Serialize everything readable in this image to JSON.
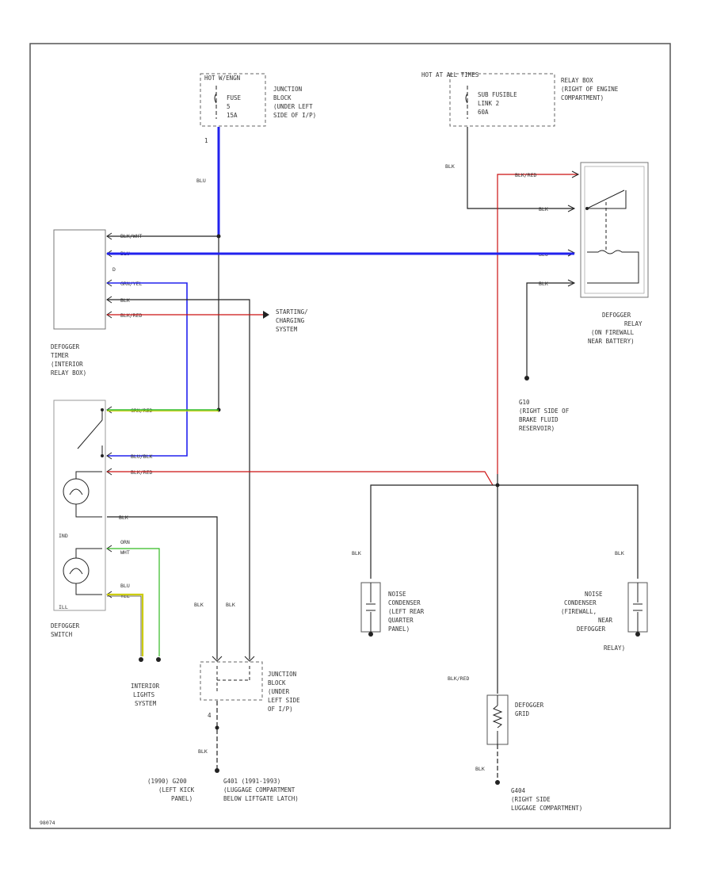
{
  "colors": {
    "wire_blu": "#2222ee",
    "wire_red": "#cc1111",
    "wire_grn": "#33bb22",
    "wire_yel": "#cccc00",
    "wire_blk": "#222222",
    "border": "#555555"
  },
  "fuse_left": {
    "header": "HOT W/ENGN",
    "fuse": [
      "FUSE",
      "5",
      "15A"
    ],
    "location": [
      "JUNCTION",
      "BLOCK",
      "(UNDER LEFT",
      "SIDE OF I/P)"
    ]
  },
  "fuse_right": {
    "header": "HOT AT ALL TIMES",
    "fuse": [
      "SUB FUSIBLE",
      "LINK 2",
      "60A"
    ],
    "location": [
      "RELAY BOX",
      "(RIGHT OF ENGINE",
      "COMPARTMENT)"
    ]
  },
  "pin_left_1": "1",
  "timer": {
    "label": [
      "DEFOGGER",
      "TIMER",
      "(INTERIOR",
      "RELAY BOX)"
    ],
    "wires": [
      "BLK/WHT",
      "BLU",
      "GRN/YEL",
      "BLK",
      "BLK/RED"
    ],
    "pin_extra": "D"
  },
  "starting": [
    "STARTING/",
    "CHARGING",
    "SYSTEM"
  ],
  "relay": {
    "wires": [
      "BLK/RED",
      "BLK",
      "BLU",
      "BLK"
    ],
    "label": [
      "DEFOGGER",
      "RELAY",
      "(ON FIREWALL",
      "NEAR BATTERY)"
    ]
  },
  "ground_g10": [
    "G10",
    "(RIGHT SIDE OF",
    "BRAKE FLUID",
    "RESERVOIR)"
  ],
  "switch": {
    "wires": [
      "GRN/RED",
      "BLU/BLK",
      "BLK/RED",
      "BLK",
      "ORN",
      "BLU"
    ],
    "wires_sub": [
      "WHT",
      "YEL"
    ],
    "ind": "IND",
    "ill": "ILL",
    "label": [
      "DEFOGGER",
      "SWITCH"
    ]
  },
  "interior_lights": [
    "INTERIOR",
    "LIGHTS",
    "SYSTEM"
  ],
  "blk_labels": {
    "top_left": "BLK",
    "blk": "BLK",
    "right_top": "BLK"
  },
  "junction_bottom": [
    "JUNCTION",
    "BLOCK",
    "(UNDER",
    "LEFT SIDE",
    "OF I/P)"
  ],
  "pin_bottom": "4",
  "noise_left": [
    "NOISE",
    "CONDENSER",
    "(LEFT REAR",
    "QUARTER",
    "PANEL)"
  ],
  "noise_right": [
    "NOISE",
    "CONDENSER",
    "(FIREWALL,",
    "NEAR",
    "DEFOGGER",
    "RELAY)"
  ],
  "grid": {
    "wire": "BLK/RED",
    "label": [
      "DEFOGGER",
      "GRID"
    ],
    "blk": "BLK"
  },
  "grounds_bottom": {
    "g200": [
      "(1990)  G200",
      "(LEFT KICK",
      "PANEL)"
    ],
    "g401": [
      "G401  (1991-1993)",
      "(LUGGAGE COMPARTMENT",
      "BELOW LIFTGATE LATCH)"
    ],
    "g404": [
      "G404",
      "(RIGHT SIDE",
      "LUGGAGE COMPARTMENT)"
    ]
  },
  "page_code": "98074"
}
